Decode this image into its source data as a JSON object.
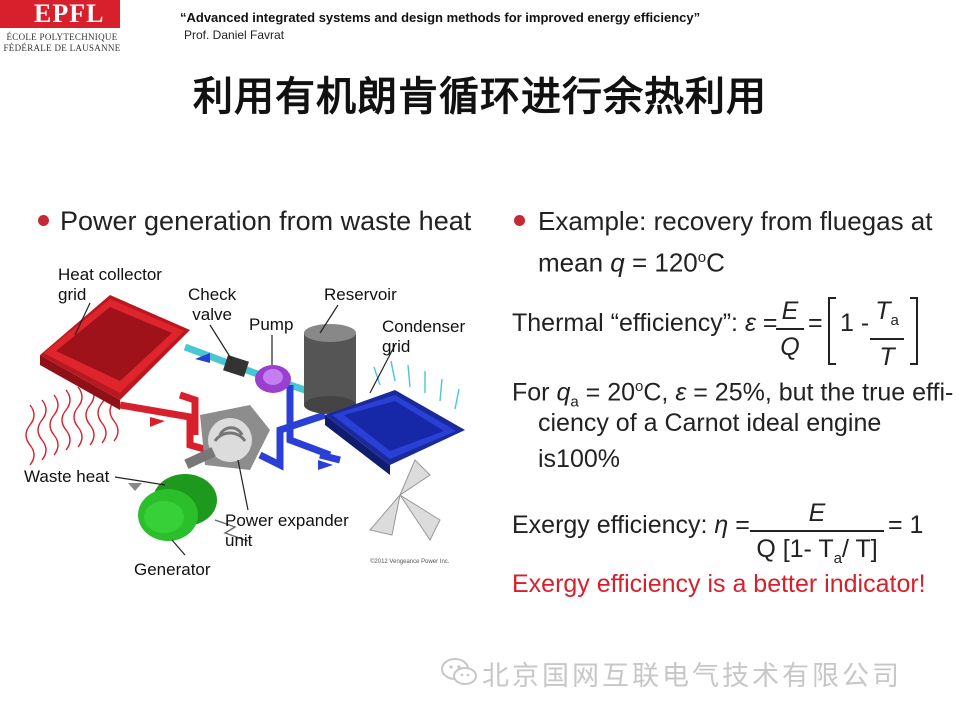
{
  "header": {
    "logo_text": "EPFL",
    "logo_sub1": "ÉCOLE POLYTECHNIQUE",
    "logo_sub2": "FÉDÉRALE DE LAUSANNE",
    "title": "“Advanced integrated systems and design methods for improved energy efficiency”",
    "author": "Prof. Daniel Favrat"
  },
  "slide_title": "利用有机朗肯循环进行余热利用",
  "left": {
    "bullet": "Power generation from waste heat",
    "diagram": {
      "heat_collector": "Heat collector\ngrid",
      "check_valve": "Check\nvalve",
      "pump": "Pump",
      "reservoir": "Reservoir",
      "condenser": "Condenser\ngrid",
      "waste_heat": "Waste heat",
      "power_expander": "Power expander\nunit",
      "generator": "Generator",
      "copyright": "©2012 Vengeance Power Inc."
    }
  },
  "right": {
    "bullet_line1": "Example: recovery from fluegas at",
    "bullet_line2_a": "mean ",
    "bullet_line2_q": "q",
    "bullet_line2_b": " = 120",
    "bullet_line2_sup": "o",
    "bullet_line2_c": "C",
    "thermal_label": "Thermal “efficiency”: ",
    "thermal_eps": "ε",
    "thermal_eq": " = ",
    "thermal_num": "E",
    "thermal_den": "Q",
    "thermal_bracket_a": "1 - ",
    "thermal_Ta": "T",
    "thermal_Ta_sub": "a",
    "thermal_T": "T",
    "for_a": "For ",
    "for_q": "q",
    "for_q_sub": "a",
    "for_b": " = 20",
    "for_sup": "o",
    "for_c": "C, ",
    "for_eps": "ε",
    "for_d": " = 25%, but the true effi-",
    "for_line2": "ciency of a Carnot ideal engine",
    "for_line3": "is100%",
    "exergy_label": "Exergy efficiency: ",
    "exergy_eta": "η",
    "exergy_eq": " = ",
    "exergy_num": "E",
    "exergy_den": "Q [1- T",
    "exergy_den_sub": "a",
    "exergy_den_end": "/ T]",
    "exergy_result": "= 1",
    "conclusion": "Exergy efficiency is a better indicator!"
  },
  "watermark": "北京国网互联电气技术有限公司",
  "colors": {
    "accent_red": "#d8202c",
    "bullet_red": "#c42a33",
    "collector_red": "#e0242c",
    "condenser_blue": "#2a3fd6",
    "generator_green": "#2bbf2b",
    "pump_purple": "#9a3fd0"
  }
}
